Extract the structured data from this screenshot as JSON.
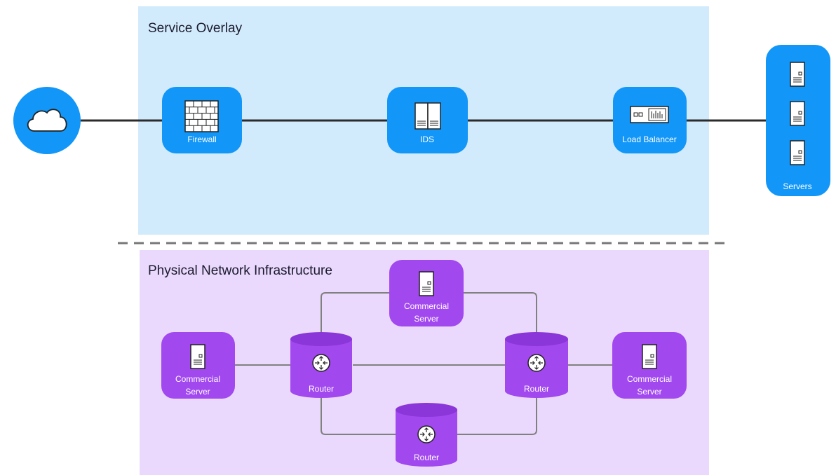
{
  "regions": {
    "overlay_title": "Service Overlay",
    "physical_title": "Physical Network Infrastructure"
  },
  "nodes": {
    "cloud": {
      "icon": "cloud-icon"
    },
    "firewall": {
      "label": "Firewall",
      "icon": "firewall-icon"
    },
    "ids": {
      "label": "IDS",
      "icon": "ids-icon"
    },
    "load_balancer": {
      "label": "Load Balancer",
      "icon": "load-balancer-icon"
    },
    "servers": {
      "label": "Servers",
      "icon": "server-icon"
    },
    "commercial_server_left": {
      "label_line1": "Commercial",
      "label_line2": "Server"
    },
    "commercial_server_top": {
      "label_line1": "Commercial",
      "label_line2": "Server"
    },
    "commercial_server_right": {
      "label_line1": "Commercial",
      "label_line2": "Server"
    },
    "router_left": {
      "label": "Router",
      "icon": "router-icon"
    },
    "router_right": {
      "label": "Router",
      "icon": "router-icon"
    },
    "router_bottom": {
      "label": "Router",
      "icon": "router-icon"
    }
  },
  "colors": {
    "overlay_bg": "#d2ebfc",
    "physical_bg": "#ead9fc",
    "blue_node": "#1296f8",
    "purple_node": "#a248ef",
    "purple_node_dark": "#8a36d8",
    "link": "#2b2b2b",
    "physical_link": "#808080",
    "divider": "#777777"
  }
}
